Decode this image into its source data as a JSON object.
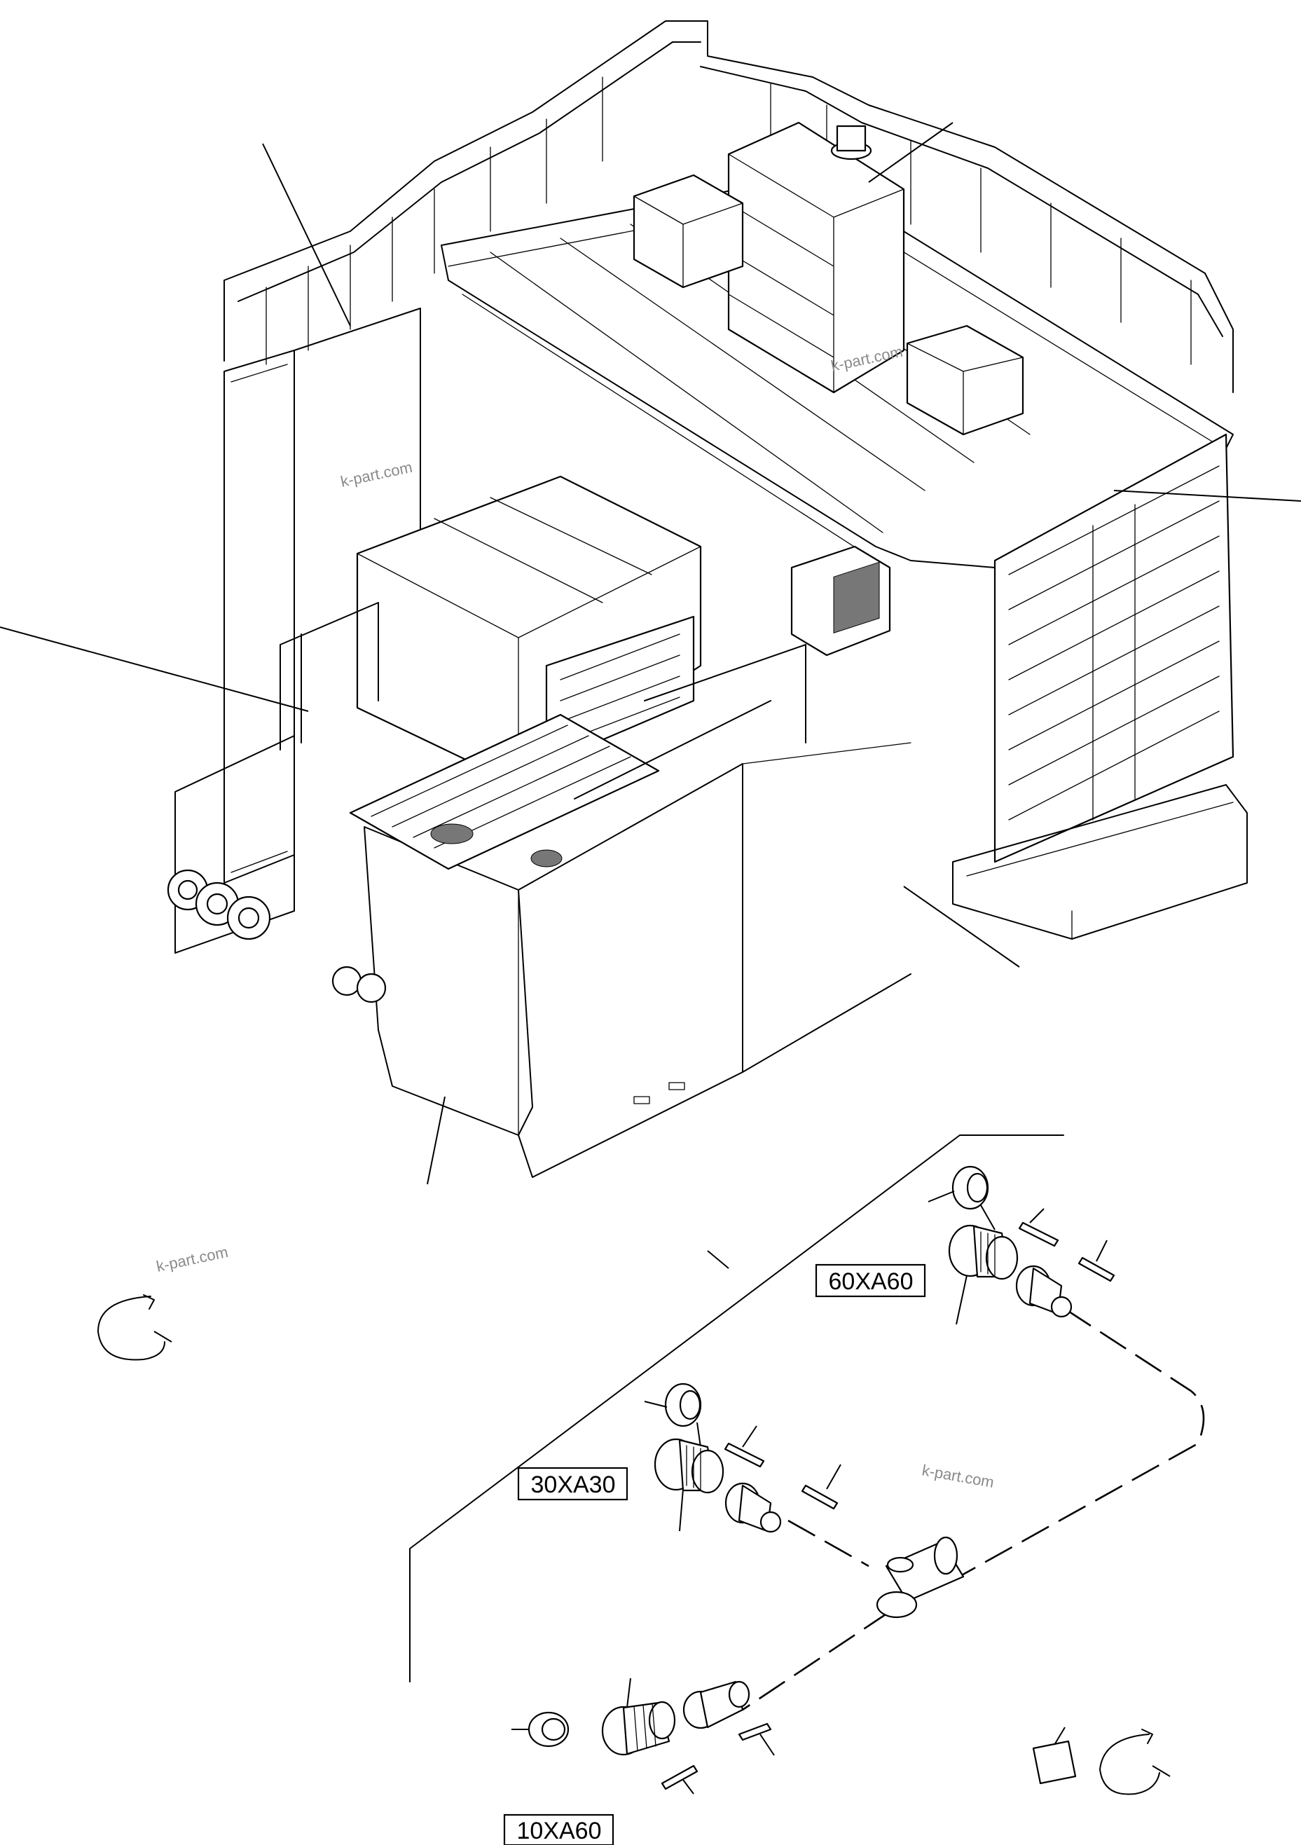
{
  "callouts": [
    {
      "id": "60xa60",
      "label": "60XA60"
    },
    {
      "id": "30xa30",
      "label": "30XA30"
    },
    {
      "id": "10xa60",
      "label": "10XA60"
    }
  ],
  "watermark": {
    "text": "k-part.com",
    "color": "#8a8a8a"
  },
  "colors": {
    "line": "#000000",
    "background": "#ffffff"
  }
}
